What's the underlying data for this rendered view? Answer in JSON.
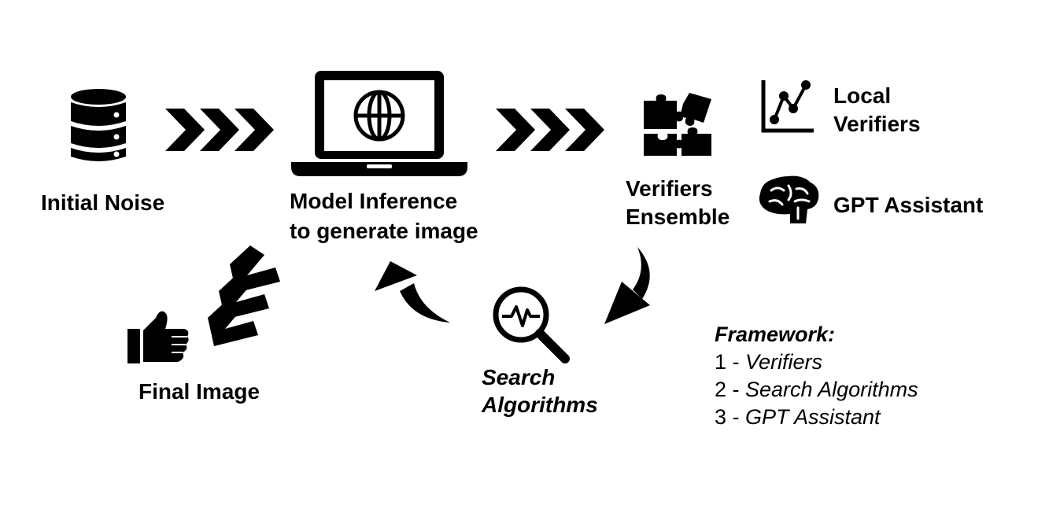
{
  "nodes": {
    "initial_noise": "Initial Noise",
    "model_inference_line1": "Model Inference",
    "model_inference_line2": "to generate image",
    "verifiers_ensemble_line1": "Verifiers",
    "verifiers_ensemble_line2": "Ensemble",
    "local_verifiers_line1": "Local",
    "local_verifiers_line2": "Verifiers",
    "gpt_assistant": "GPT Assistant",
    "search_algorithms_line1": "Search",
    "search_algorithms_line2": "Algorithms",
    "final_image": "Final Image"
  },
  "framework": {
    "title": "Framework:",
    "items": [
      {
        "num": "1 - ",
        "text": "Verifiers"
      },
      {
        "num": "2 - ",
        "text": "Search Algorithms"
      },
      {
        "num": "3 - ",
        "text": "GPT Assistant"
      }
    ]
  },
  "icons": {
    "database": "database-icon",
    "laptop": "laptop-globe-icon",
    "puzzle": "puzzle-icon",
    "line_chart": "line-chart-icon",
    "brain": "brain-icon",
    "search": "magnifier-pulse-icon",
    "thumbs_up": "thumbs-up-icon"
  },
  "colors": {
    "ink": "#000000",
    "background": "#ffffff"
  }
}
